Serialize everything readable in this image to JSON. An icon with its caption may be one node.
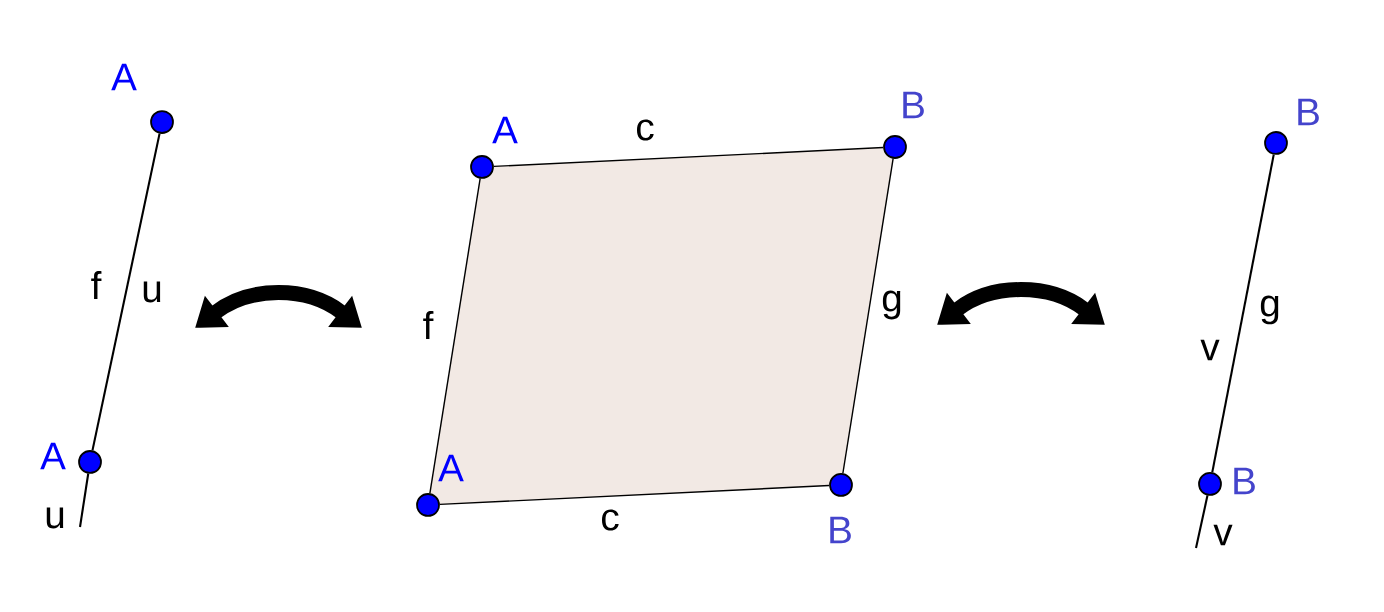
{
  "diagram": {
    "nodes": [
      {
        "text": [],
        "shape": "circle",
        "beside": [
          "A"
        ]
      },
      {
        "text": [],
        "shape": "circle",
        "beside": [
          "A"
        ]
      },
      {
        "text": [],
        "shape": "circle",
        "beside": [
          "A"
        ]
      },
      {
        "text": [],
        "shape": "circle",
        "beside": [
          "B"
        ]
      },
      {
        "text": [],
        "shape": "circle",
        "beside": [
          "A"
        ]
      },
      {
        "text": [],
        "shape": "circle",
        "beside": [
          "B"
        ]
      },
      {
        "text": [],
        "shape": "circle",
        "beside": [
          "B"
        ]
      },
      {
        "text": [],
        "shape": "circle",
        "beside": [
          "B"
        ]
      }
    ],
    "edges": [
      {
        "from": 0,
        "to": 1,
        "arrow": "none",
        "label": "f"
      },
      {
        "from": 1,
        "to": null,
        "arrow": "none"
      },
      {
        "from": 2,
        "to": 3,
        "arrow": "none",
        "label": "c"
      },
      {
        "from": 4,
        "to": 5,
        "arrow": "none",
        "label": "c"
      },
      {
        "from": 2,
        "to": 4,
        "arrow": "none",
        "label": "f"
      },
      {
        "from": 3,
        "to": 5,
        "arrow": "none",
        "label": "g"
      },
      {
        "from": 6,
        "to": 7,
        "arrow": "none",
        "label": "g"
      },
      {
        "from": 7,
        "to": null,
        "arrow": "none"
      }
    ],
    "labels": [
      "u",
      "u",
      "v",
      "v"
    ]
  }
}
